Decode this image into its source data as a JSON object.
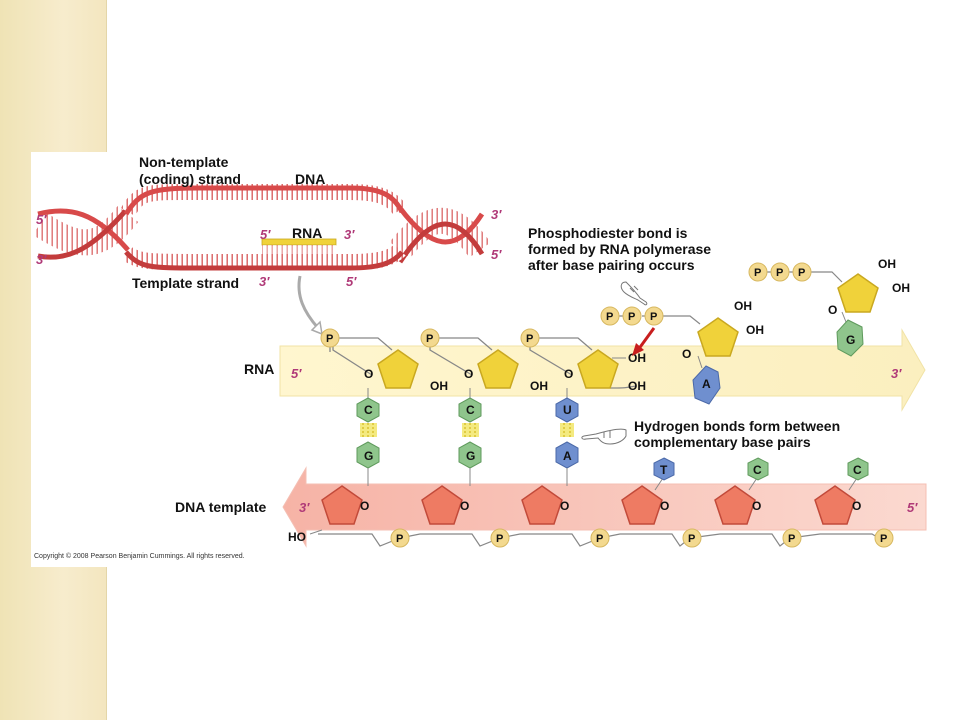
{
  "labels": {
    "nontemplate_line1": "Non-template",
    "nontemplate_line2": "(coding) strand",
    "dna": "DNA",
    "rna_top": "RNA",
    "template_strand": "Template strand",
    "rna_row": "RNA",
    "dna_template": "DNA template",
    "phospho_line1": "Phosphodiester bond is",
    "phospho_line2": "formed by RNA polymerase",
    "phospho_line3": "after base pairing occurs",
    "hbond_line1": "Hydrogen bonds form between",
    "hbond_line2": "complementary base pairs",
    "copyright": "Copyright © 2008 Pearson Benjamin Cummings. All rights reserved."
  },
  "ends": {
    "top_left_upper": "5′",
    "top_left_lower": "3′",
    "top_right_upper": "3′",
    "top_right_lower": "5′",
    "rna_bubble_left": "5′",
    "rna_bubble_right": "3′",
    "template_left": "3′",
    "template_right": "5′",
    "rna_row_left": "5′",
    "rna_row_right": "3′",
    "dna_row_left": "3′",
    "dna_row_right": "5′"
  },
  "atoms": {
    "oxygen": "O",
    "hydroxyl": "OH",
    "phosphate": "P",
    "ho": "HO"
  },
  "rna_bases": [
    "C",
    "C",
    "U"
  ],
  "dna_paired_bases": [
    "G",
    "G",
    "A"
  ],
  "incoming_bases": [
    "A",
    "G"
  ],
  "dna_unpaired_bases": [
    "T",
    "C",
    "C"
  ],
  "colors": {
    "sugar_rna": "#f0d23a",
    "sugar_dna": "#ee7b63",
    "phosphate": "#f3d98f",
    "base_pyrimidine_green": "#8fc58c",
    "base_blue": "#6f8fcf",
    "dna_backbone": "#d84a4a",
    "hydrogen_bond": "#f0e14a",
    "arrow_red": "#c81e1e"
  }
}
